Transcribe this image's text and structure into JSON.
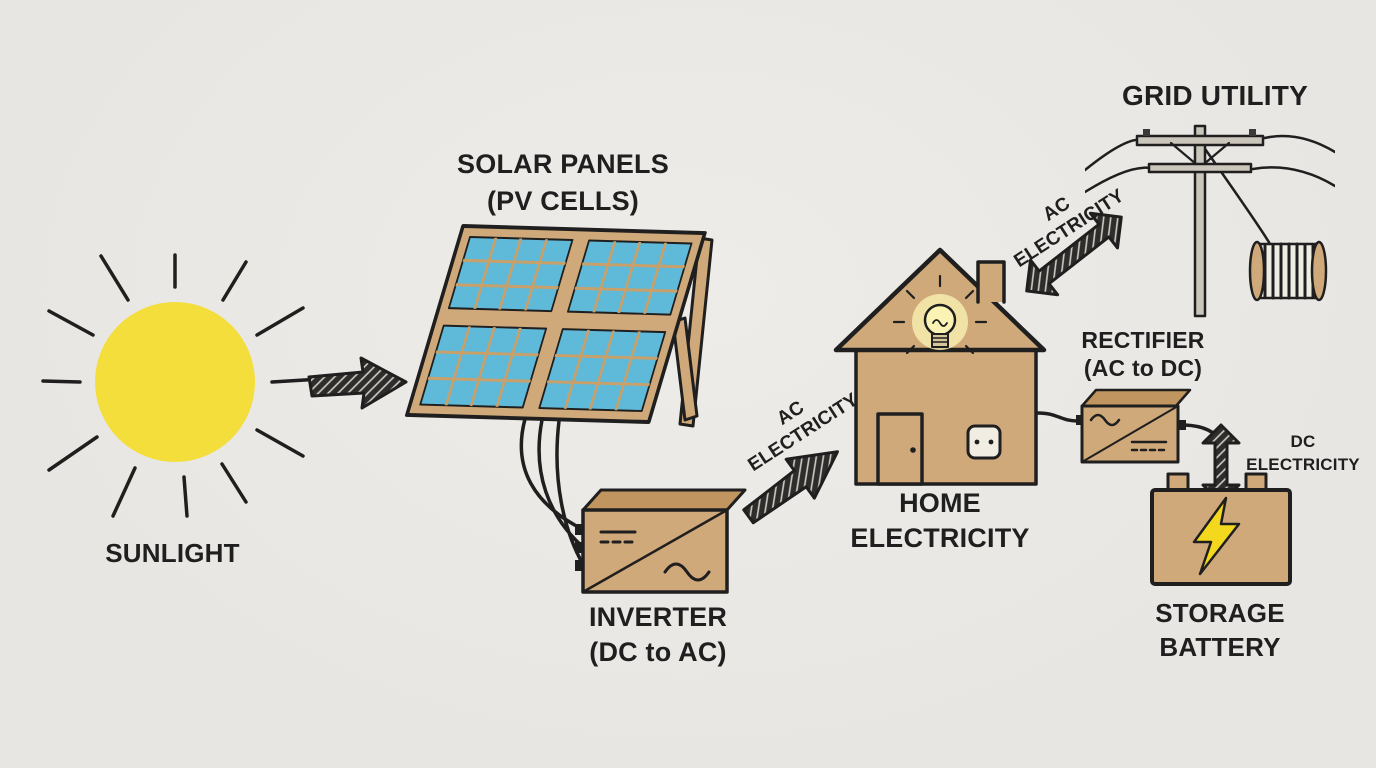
{
  "diagram": {
    "nodes": {
      "sun": {
        "label": "SUNLIGHT"
      },
      "solar_panels": {
        "line1": "SOLAR PANELS",
        "line2": "(PV CELLS)"
      },
      "inverter": {
        "line1": "INVERTER",
        "line2": "(DC to AC)"
      },
      "home": {
        "line1": "HOME",
        "line2": "ELECTRICITY"
      },
      "grid": {
        "label": "GRID UTILITY"
      },
      "rectifier": {
        "line1": "RECTIFIER",
        "line2": "(AC to DC)"
      },
      "battery": {
        "line1": "STORAGE",
        "line2": "BATTERY"
      }
    },
    "flows": {
      "inverter_to_home": {
        "line1": "AC",
        "line2": "ELECTRICITY"
      },
      "home_to_grid": {
        "line1": "AC",
        "line2": "ELECTRICITY"
      },
      "rectifier_to_battery": {
        "line1": "DC",
        "line2": "ELECTRICITY"
      }
    },
    "colors": {
      "background": "#e8e6e2",
      "sun": "#f3de3c",
      "solar_cell": "#5fb9d8",
      "cardboard": "#d0a97a",
      "cardboard_dark": "#c0955f",
      "ink": "#1f1f1f",
      "bolt": "#f4d81e",
      "bulb_glow": "#f7ecae",
      "bulb": "#fbf3b4",
      "pole": "#cbc6bb",
      "spool": "#f0ede5",
      "outlet": "#f1ede3",
      "panel_grid": "#c9a06a"
    }
  }
}
